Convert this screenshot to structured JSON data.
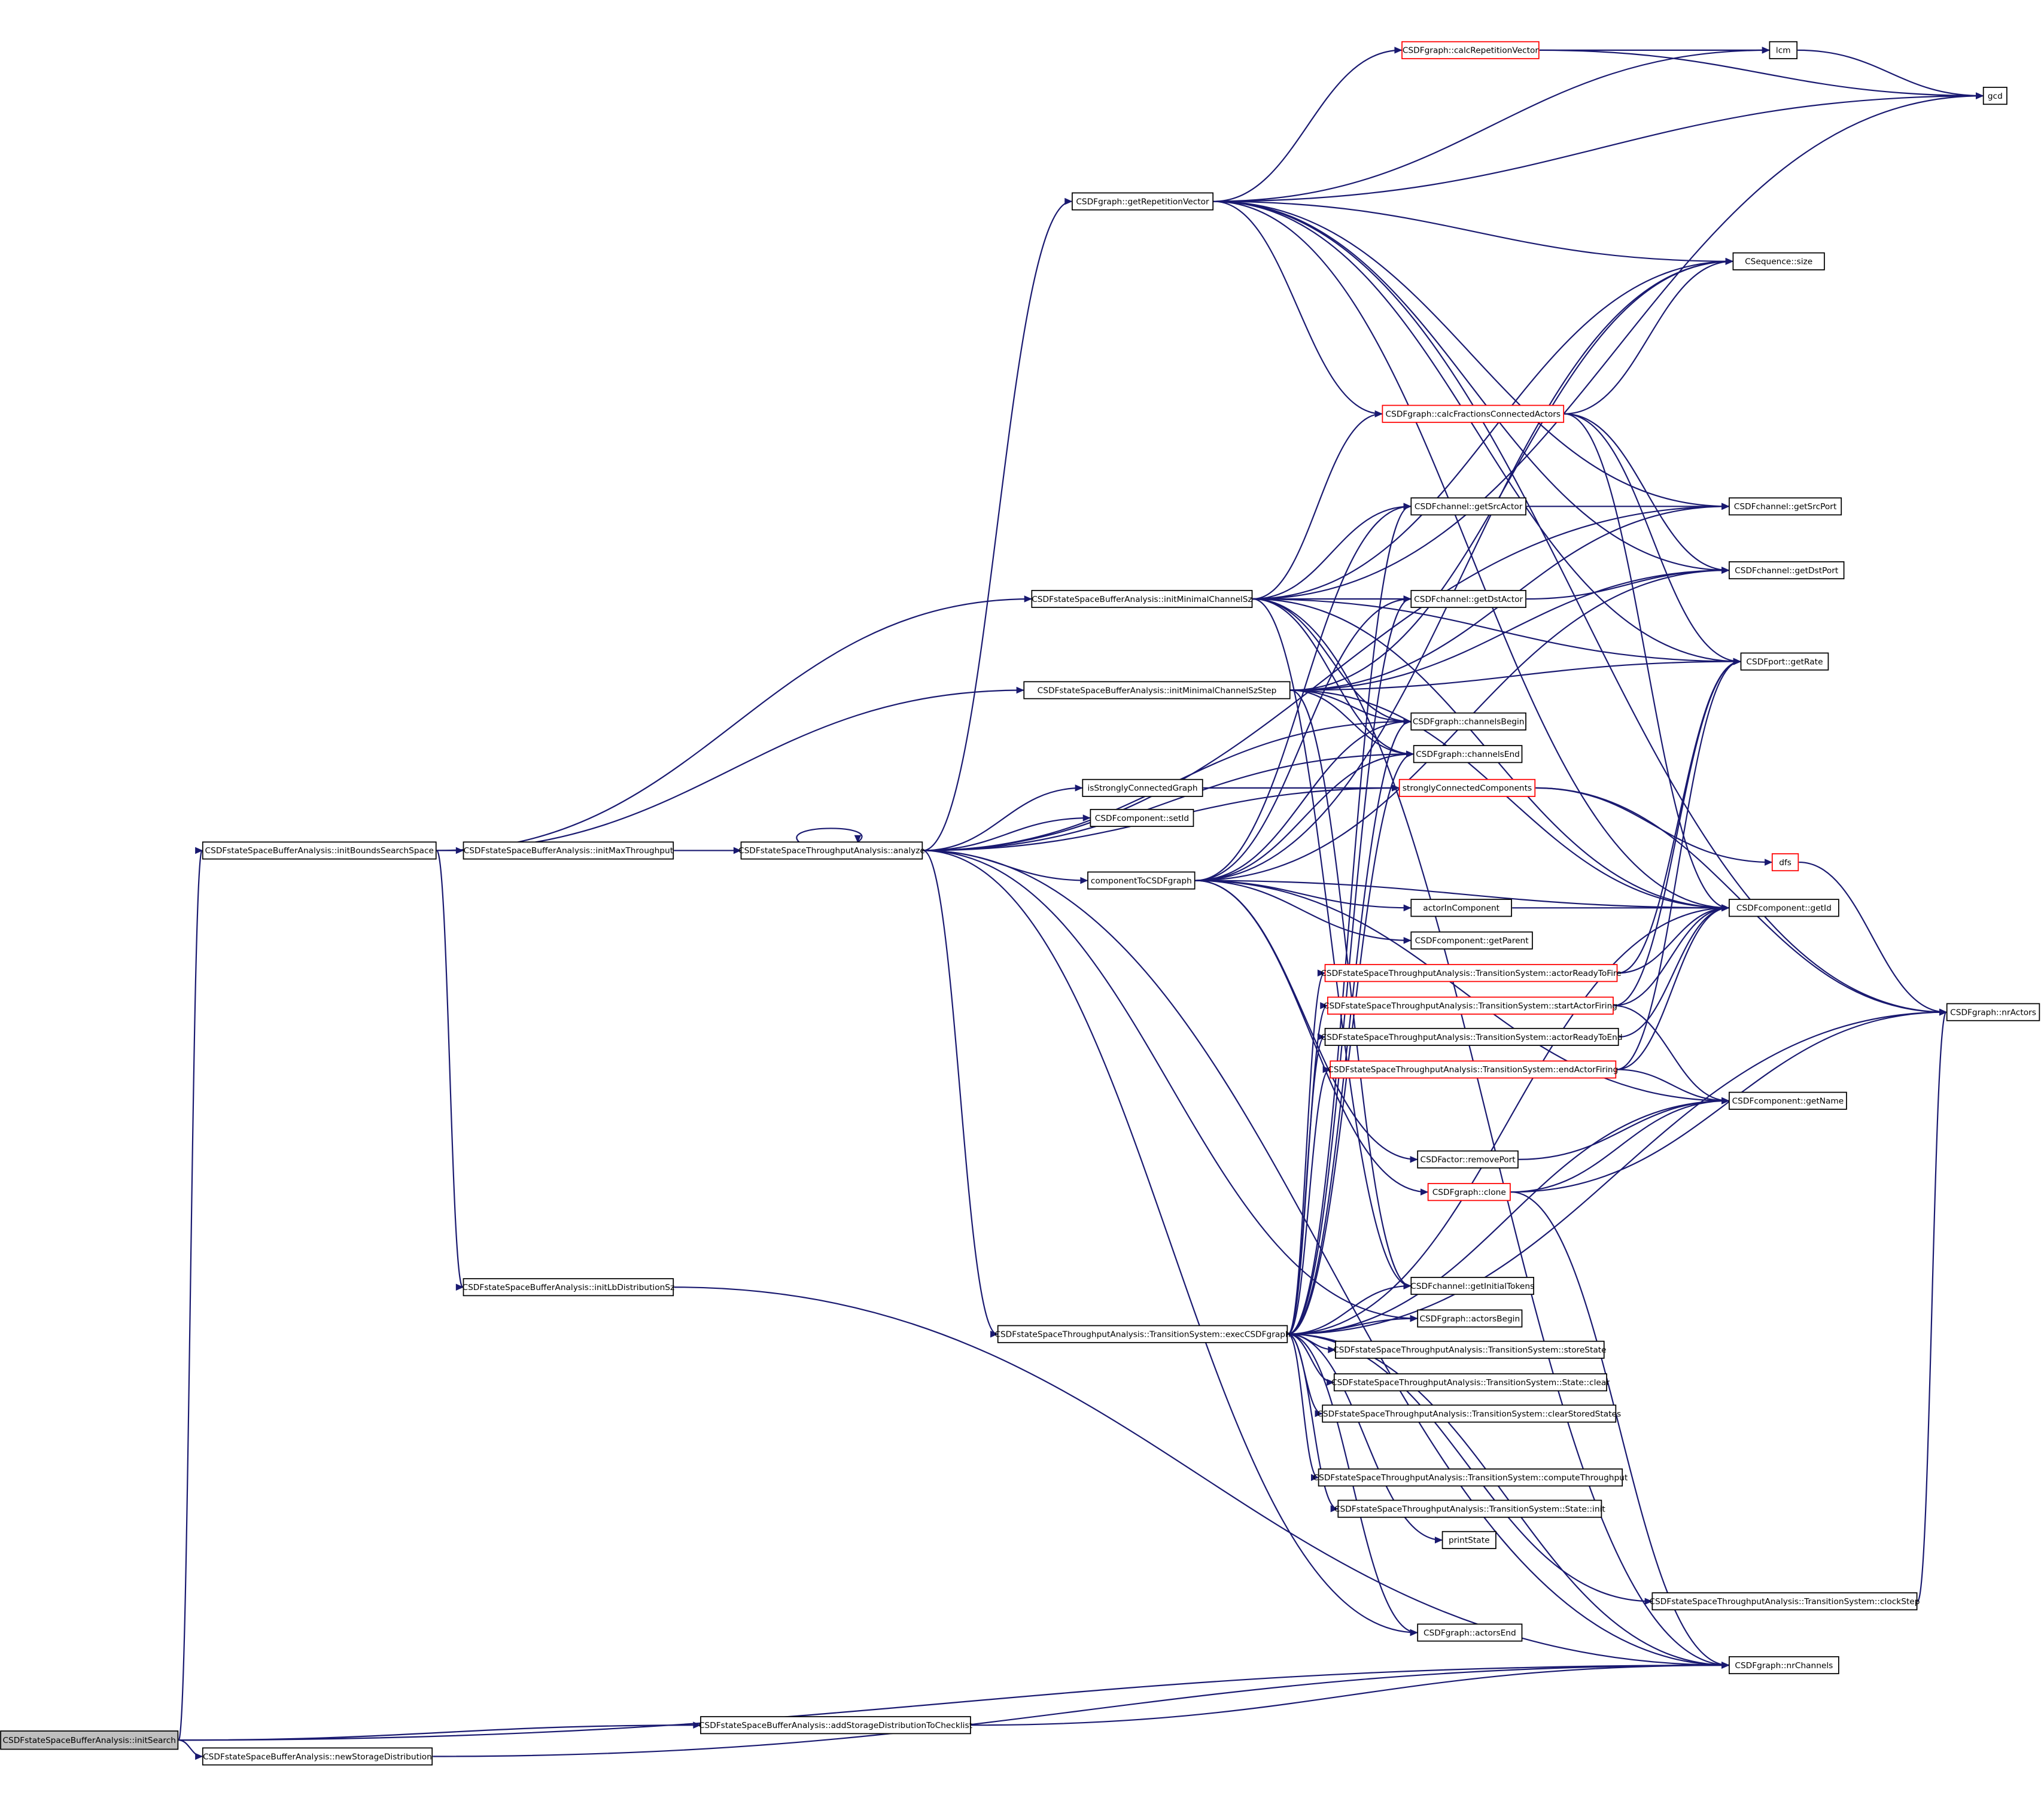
{
  "diagram": {
    "type": "call-graph",
    "edge_color": "#191970",
    "node_border_color": "#000000",
    "unexpanded_node_border_color": "#ff0000",
    "root_fill_color": "#bfbfbf",
    "nodes": [
      {
        "id": "initSearch",
        "label": "CSDFstateSpaceBufferAnalysis::initSearch",
        "style": "root"
      },
      {
        "id": "initBoundsSearchSpace",
        "label": "CSDFstateSpaceBufferAnalysis::initBoundsSearchSpace",
        "style": "normal"
      },
      {
        "id": "initMaxThroughput",
        "label": "CSDFstateSpaceBufferAnalysis::initMaxThroughput",
        "style": "normal"
      },
      {
        "id": "analyze",
        "label": "CSDFstateSpaceThroughputAnalysis::analyze",
        "style": "normal"
      },
      {
        "id": "initLbDistributionSz",
        "label": "CSDFstateSpaceBufferAnalysis::initLbDistributionSz",
        "style": "normal"
      },
      {
        "id": "addStorageDistributionToChecklist",
        "label": "CSDFstateSpaceBufferAnalysis::addStorageDistributionToChecklist",
        "style": "normal"
      },
      {
        "id": "newStorageDistribution",
        "label": "CSDFstateSpaceBufferAnalysis::newStorageDistribution",
        "style": "normal"
      },
      {
        "id": "getRepetitionVector",
        "label": "CSDFgraph::getRepetitionVector",
        "style": "normal"
      },
      {
        "id": "calcRepetitionVector",
        "label": "CSDFgraph::calcRepetitionVector",
        "style": "red"
      },
      {
        "id": "lcm",
        "label": "lcm",
        "style": "normal"
      },
      {
        "id": "gcd",
        "label": "gcd",
        "style": "normal"
      },
      {
        "id": "size",
        "label": "CSequence::size",
        "style": "normal"
      },
      {
        "id": "calcFractionsConnectedActors",
        "label": "CSDFgraph::calcFractionsConnectedActors",
        "style": "red"
      },
      {
        "id": "initMinimalChannelSz",
        "label": "CSDFstateSpaceBufferAnalysis::initMinimalChannelSz",
        "style": "normal"
      },
      {
        "id": "initMinimalChannelSzStep",
        "label": "CSDFstateSpaceBufferAnalysis::initMinimalChannelSzStep",
        "style": "normal"
      },
      {
        "id": "getSrcActor",
        "label": "CSDFchannel::getSrcActor",
        "style": "normal"
      },
      {
        "id": "getDstActor",
        "label": "CSDFchannel::getDstActor",
        "style": "normal"
      },
      {
        "id": "getSrcPort",
        "label": "CSDFchannel::getSrcPort",
        "style": "normal"
      },
      {
        "id": "getDstPort",
        "label": "CSDFchannel::getDstPort",
        "style": "normal"
      },
      {
        "id": "getRate",
        "label": "CSDFport::getRate",
        "style": "normal"
      },
      {
        "id": "channelsBegin",
        "label": "CSDFgraph::channelsBegin",
        "style": "normal"
      },
      {
        "id": "channelsEnd",
        "label": "CSDFgraph::channelsEnd",
        "style": "normal"
      },
      {
        "id": "isStronglyConnectedGraph",
        "label": "isStronglyConnectedGraph",
        "style": "normal"
      },
      {
        "id": "stronglyConnectedComponents",
        "label": "stronglyConnectedComponents",
        "style": "red"
      },
      {
        "id": "setId",
        "label": "CSDFcomponent::setId",
        "style": "normal"
      },
      {
        "id": "componentToCSDFgraph",
        "label": "componentToCSDFgraph",
        "style": "normal"
      },
      {
        "id": "dfs",
        "label": "dfs",
        "style": "red"
      },
      {
        "id": "actorInComponent",
        "label": "actorInComponent",
        "style": "normal"
      },
      {
        "id": "getId",
        "label": "CSDFcomponent::getId",
        "style": "normal"
      },
      {
        "id": "getParent",
        "label": "CSDFcomponent::getParent",
        "style": "normal"
      },
      {
        "id": "nrActors",
        "label": "CSDFgraph::nrActors",
        "style": "normal"
      },
      {
        "id": "actorReadyToFire",
        "label": "CSDFstateSpaceThroughputAnalysis::TransitionSystem::actorReadyToFire",
        "style": "red"
      },
      {
        "id": "startActorFiring",
        "label": "CSDFstateSpaceThroughputAnalysis::TransitionSystem::startActorFiring",
        "style": "red"
      },
      {
        "id": "actorReadyToEnd",
        "label": "CSDFstateSpaceThroughputAnalysis::TransitionSystem::actorReadyToEnd",
        "style": "normal"
      },
      {
        "id": "endActorFiring",
        "label": "CSDFstateSpaceThroughputAnalysis::TransitionSystem::endActorFiring",
        "style": "red"
      },
      {
        "id": "getName",
        "label": "CSDFcomponent::getName",
        "style": "normal"
      },
      {
        "id": "removePort",
        "label": "CSDFactor::removePort",
        "style": "normal"
      },
      {
        "id": "clone",
        "label": "CSDFgraph::clone",
        "style": "red"
      },
      {
        "id": "getInitialTokens",
        "label": "CSDFchannel::getInitialTokens",
        "style": "normal"
      },
      {
        "id": "actorsBegin",
        "label": "CSDFgraph::actorsBegin",
        "style": "normal"
      },
      {
        "id": "execCSDFgraph",
        "label": "CSDFstateSpaceThroughputAnalysis::TransitionSystem::execCSDFgraph",
        "style": "normal"
      },
      {
        "id": "storeState",
        "label": "CSDFstateSpaceThroughputAnalysis::TransitionSystem::storeState",
        "style": "normal"
      },
      {
        "id": "stateClear",
        "label": "CSDFstateSpaceThroughputAnalysis::TransitionSystem::State::clear",
        "style": "normal"
      },
      {
        "id": "clearStoredStates",
        "label": "CSDFstateSpaceThroughputAnalysis::TransitionSystem::clearStoredStates",
        "style": "normal"
      },
      {
        "id": "computeThroughput",
        "label": "CSDFstateSpaceThroughputAnalysis::TransitionSystem::computeThroughput",
        "style": "normal"
      },
      {
        "id": "stateInit",
        "label": "CSDFstateSpaceThroughputAnalysis::TransitionSystem::State::init",
        "style": "normal"
      },
      {
        "id": "printState",
        "label": "printState",
        "style": "normal"
      },
      {
        "id": "clockStep",
        "label": "CSDFstateSpaceThroughputAnalysis::TransitionSystem::clockStep",
        "style": "normal"
      },
      {
        "id": "actorsEnd",
        "label": "CSDFgraph::actorsEnd",
        "style": "normal"
      },
      {
        "id": "nrChannels",
        "label": "CSDFgraph::nrChannels",
        "style": "normal"
      }
    ],
    "edges": [
      [
        "initSearch",
        "initBoundsSearchSpace"
      ],
      [
        "initSearch",
        "addStorageDistributionToChecklist"
      ],
      [
        "initSearch",
        "newStorageDistribution"
      ],
      [
        "initSearch",
        "nrChannels"
      ],
      [
        "initBoundsSearchSpace",
        "initMaxThroughput"
      ],
      [
        "initBoundsSearchSpace",
        "initMinimalChannelSz"
      ],
      [
        "initBoundsSearchSpace",
        "initMinimalChannelSzStep"
      ],
      [
        "initBoundsSearchSpace",
        "initLbDistributionSz"
      ],
      [
        "initMaxThroughput",
        "analyze"
      ],
      [
        "initLbDistributionSz",
        "nrChannels"
      ],
      [
        "addStorageDistributionToChecklist",
        "nrChannels"
      ],
      [
        "newStorageDistribution",
        "nrChannels"
      ],
      [
        "analyze",
        "analyze"
      ],
      [
        "analyze",
        "getRepetitionVector"
      ],
      [
        "analyze",
        "channelsBegin"
      ],
      [
        "analyze",
        "channelsEnd"
      ],
      [
        "analyze",
        "isStronglyConnectedGraph"
      ],
      [
        "analyze",
        "setId"
      ],
      [
        "analyze",
        "componentToCSDFgraph"
      ],
      [
        "analyze",
        "stronglyConnectedComponents"
      ],
      [
        "analyze",
        "getSrcPort"
      ],
      [
        "analyze",
        "execCSDFgraph"
      ],
      [
        "analyze",
        "actorsBegin"
      ],
      [
        "analyze",
        "actorsEnd"
      ],
      [
        "analyze",
        "nrChannels"
      ],
      [
        "getRepetitionVector",
        "calcRepetitionVector"
      ],
      [
        "getRepetitionVector",
        "lcm"
      ],
      [
        "getRepetitionVector",
        "gcd"
      ],
      [
        "getRepetitionVector",
        "size"
      ],
      [
        "getRepetitionVector",
        "calcFractionsConnectedActors"
      ],
      [
        "getRepetitionVector",
        "getSrcPort"
      ],
      [
        "getRepetitionVector",
        "getDstPort"
      ],
      [
        "getRepetitionVector",
        "getRate"
      ],
      [
        "getRepetitionVector",
        "getId"
      ],
      [
        "getRepetitionVector",
        "nrActors"
      ],
      [
        "calcRepetitionVector",
        "lcm"
      ],
      [
        "calcRepetitionVector",
        "gcd"
      ],
      [
        "lcm",
        "gcd"
      ],
      [
        "calcFractionsConnectedActors",
        "size"
      ],
      [
        "calcFractionsConnectedActors",
        "getDstPort"
      ],
      [
        "calcFractionsConnectedActors",
        "getRate"
      ],
      [
        "calcFractionsConnectedActors",
        "getId"
      ],
      [
        "initMinimalChannelSz",
        "gcd"
      ],
      [
        "initMinimalChannelSz",
        "size"
      ],
      [
        "initMinimalChannelSz",
        "calcFractionsConnectedActors"
      ],
      [
        "initMinimalChannelSz",
        "getSrcActor"
      ],
      [
        "initMinimalChannelSz",
        "getDstActor"
      ],
      [
        "initMinimalChannelSz",
        "getRate"
      ],
      [
        "initMinimalChannelSz",
        "channelsBegin"
      ],
      [
        "initMinimalChannelSz",
        "channelsEnd"
      ],
      [
        "initMinimalChannelSz",
        "getId"
      ],
      [
        "initMinimalChannelSz",
        "getInitialTokens"
      ],
      [
        "initMinimalChannelSz",
        "nrChannels"
      ],
      [
        "initMinimalChannelSzStep",
        "size"
      ],
      [
        "initMinimalChannelSzStep",
        "getSrcPort"
      ],
      [
        "initMinimalChannelSzStep",
        "getDstPort"
      ],
      [
        "initMinimalChannelSzStep",
        "getRate"
      ],
      [
        "initMinimalChannelSzStep",
        "channelsBegin"
      ],
      [
        "initMinimalChannelSzStep",
        "channelsEnd"
      ],
      [
        "initMinimalChannelSzStep",
        "getId"
      ],
      [
        "initMinimalChannelSzStep",
        "getInitialTokens"
      ],
      [
        "getSrcActor",
        "getSrcPort"
      ],
      [
        "getDstActor",
        "getDstPort"
      ],
      [
        "isStronglyConnectedGraph",
        "stronglyConnectedComponents"
      ],
      [
        "stronglyConnectedComponents",
        "dfs"
      ],
      [
        "stronglyConnectedComponents",
        "nrActors"
      ],
      [
        "dfs",
        "nrActors"
      ],
      [
        "componentToCSDFgraph",
        "getSrcActor"
      ],
      [
        "componentToCSDFgraph",
        "getDstActor"
      ],
      [
        "componentToCSDFgraph",
        "channelsBegin"
      ],
      [
        "componentToCSDFgraph",
        "channelsEnd"
      ],
      [
        "componentToCSDFgraph",
        "actorInComponent"
      ],
      [
        "componentToCSDFgraph",
        "getId"
      ],
      [
        "componentToCSDFgraph",
        "getParent"
      ],
      [
        "componentToCSDFgraph",
        "getName"
      ],
      [
        "componentToCSDFgraph",
        "removePort"
      ],
      [
        "componentToCSDFgraph",
        "clone"
      ],
      [
        "componentToCSDFgraph",
        "getDstPort"
      ],
      [
        "componentToCSDFgraph",
        "size"
      ],
      [
        "actorInComponent",
        "getId"
      ],
      [
        "actorReadyToFire",
        "getRate"
      ],
      [
        "actorReadyToFire",
        "getId"
      ],
      [
        "startActorFiring",
        "getRate"
      ],
      [
        "startActorFiring",
        "getId"
      ],
      [
        "startActorFiring",
        "getName"
      ],
      [
        "actorReadyToEnd",
        "getId"
      ],
      [
        "endActorFiring",
        "getRate"
      ],
      [
        "endActorFiring",
        "getId"
      ],
      [
        "endActorFiring",
        "getName"
      ],
      [
        "removePort",
        "getName"
      ],
      [
        "clone",
        "getName"
      ],
      [
        "clone",
        "nrActors"
      ],
      [
        "clone",
        "nrChannels"
      ],
      [
        "execCSDFgraph",
        "actorReadyToFire"
      ],
      [
        "execCSDFgraph",
        "startActorFiring"
      ],
      [
        "execCSDFgraph",
        "actorReadyToEnd"
      ],
      [
        "execCSDFgraph",
        "endActorFiring"
      ],
      [
        "execCSDFgraph",
        "getSrcActor"
      ],
      [
        "execCSDFgraph",
        "getDstActor"
      ],
      [
        "execCSDFgraph",
        "channelsBegin"
      ],
      [
        "execCSDFgraph",
        "channelsEnd"
      ],
      [
        "execCSDFgraph",
        "getInitialTokens"
      ],
      [
        "execCSDFgraph",
        "actorsBegin"
      ],
      [
        "execCSDFgraph",
        "storeState"
      ],
      [
        "execCSDFgraph",
        "stateClear"
      ],
      [
        "execCSDFgraph",
        "clearStoredStates"
      ],
      [
        "execCSDFgraph",
        "computeThroughput"
      ],
      [
        "execCSDFgraph",
        "stateInit"
      ],
      [
        "execCSDFgraph",
        "printState"
      ],
      [
        "execCSDFgraph",
        "clockStep"
      ],
      [
        "execCSDFgraph",
        "actorsEnd"
      ],
      [
        "execCSDFgraph",
        "nrChannels"
      ],
      [
        "execCSDFgraph",
        "nrActors"
      ],
      [
        "execCSDFgraph",
        "getName"
      ],
      [
        "execCSDFgraph",
        "getId"
      ],
      [
        "clockStep",
        "nrActors"
      ]
    ]
  }
}
